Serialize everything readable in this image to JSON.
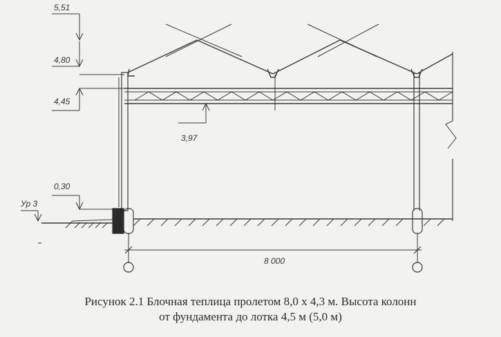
{
  "levels": {
    "ridge": "5,51",
    "gutter_top": "4,80",
    "truss_top": "4,45",
    "truss_bottom": "3,97",
    "floor": "0,30",
    "ground": "Ур 3"
  },
  "span": "8 000",
  "caption": {
    "line1": "Рисунок 2.1 Блочная теплица пролетом 8,0 х 4,3 м. Высота колонн",
    "line2": "от фундамента до лотка 4,5 м (5,0 м)"
  },
  "colors": {
    "ink": "#3a3a3a",
    "paper": "#f2f2f0",
    "footing": "#2a2a2a"
  }
}
